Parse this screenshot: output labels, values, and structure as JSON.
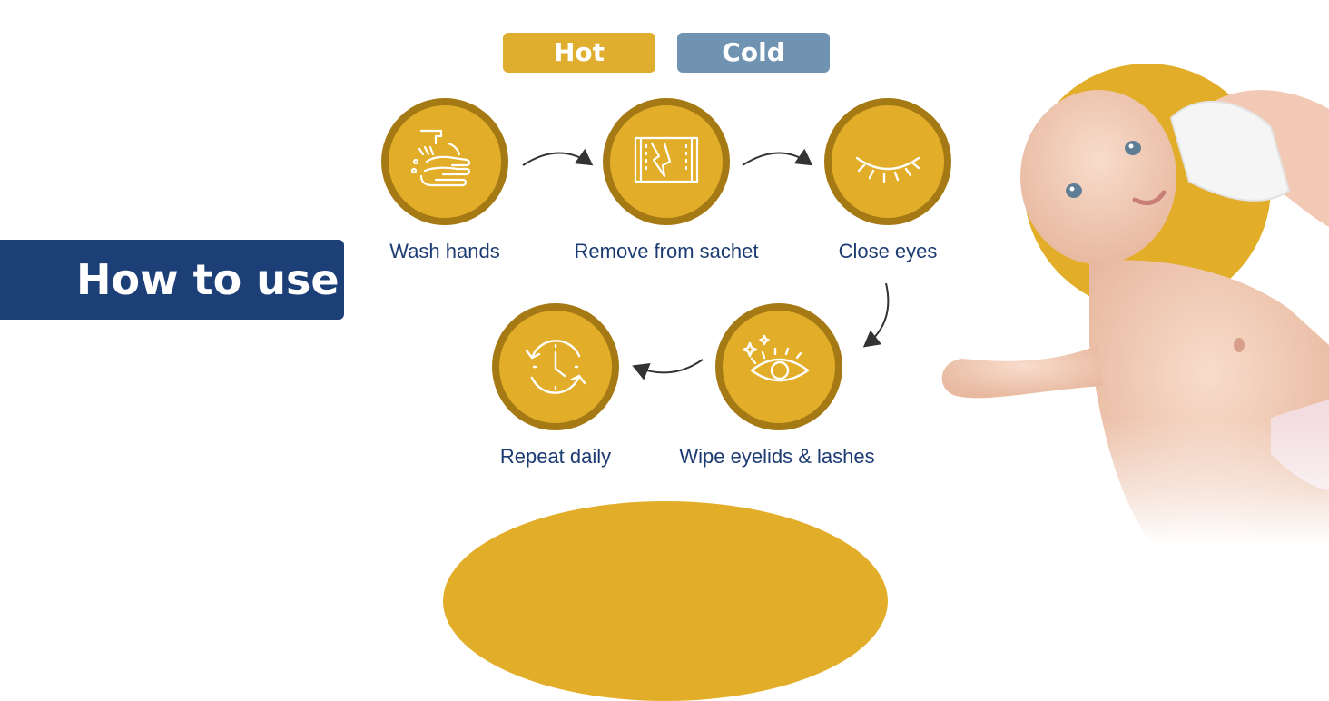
{
  "badges": {
    "hot": "Hot",
    "cold": "Cold"
  },
  "section_title": "How to use",
  "steps": [
    {
      "label": "Wash hands",
      "icon": "wash-hands-icon"
    },
    {
      "label": "Remove from sachet",
      "icon": "sachet-icon"
    },
    {
      "label": "Close eyes",
      "icon": "closed-eye-icon"
    },
    {
      "label": "Wipe eyelids & lashes",
      "icon": "open-eye-icon"
    },
    {
      "label": "Repeat daily",
      "icon": "clock-repeat-icon"
    }
  ],
  "colors": {
    "gold": "#e2ae29",
    "gold_dark": "#a57a14",
    "navy": "#1c3f78",
    "blue_grey": "#6f93b1",
    "text_navy": "#1d3b73"
  }
}
